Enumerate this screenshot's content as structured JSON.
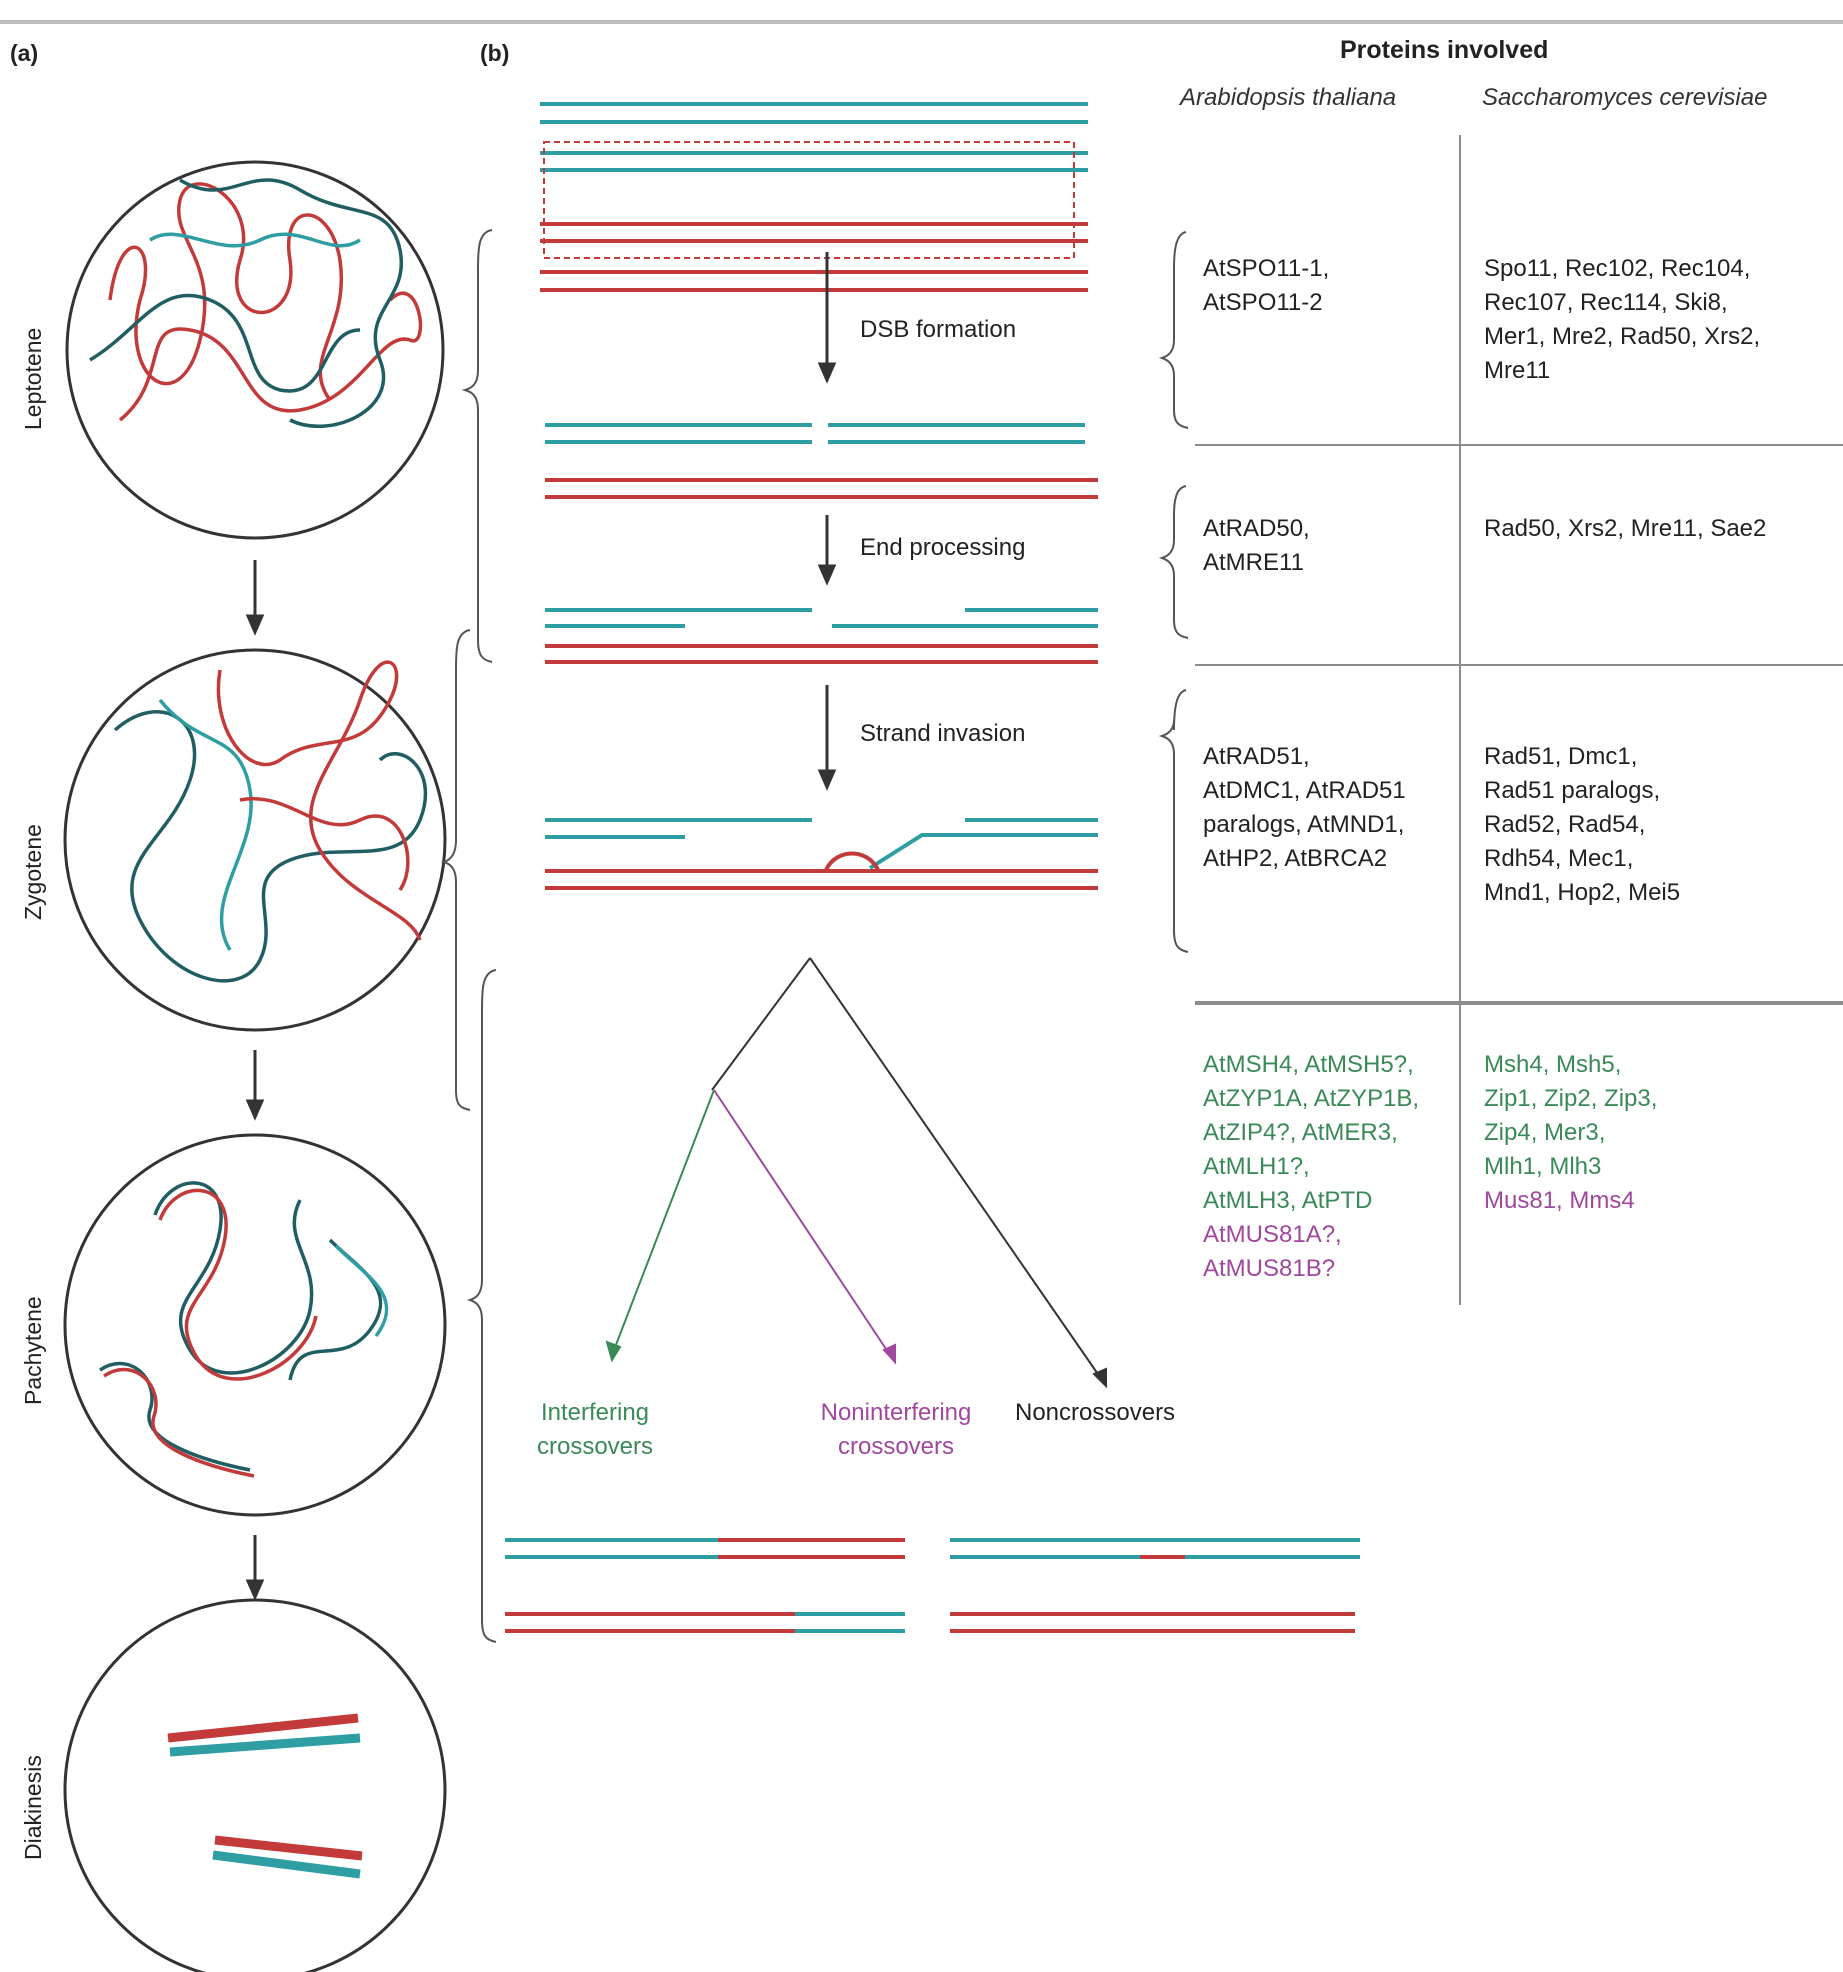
{
  "figure": {
    "panel_a_label": "(a)",
    "panel_b_label": "(b)",
    "stages": [
      "Leptotene",
      "Zygotene",
      "Pachytene",
      "Diakinesis"
    ],
    "proteins_header": "Proteins involved",
    "species": [
      "Arabidopsis thaliana",
      "Saccharomyces cerevisiae"
    ],
    "steps": [
      "DSB formation",
      "End processing",
      "Strand invasion"
    ],
    "rows": [
      {
        "arabidopsis": [
          "AtSPO11-1,",
          "AtSPO11-2"
        ],
        "yeast": [
          "Spo11, Rec102, Rec104,",
          "Rec107, Rec114, Ski8,",
          "Mer1, Mre2, Rad50, Xrs2,",
          "Mre11"
        ]
      },
      {
        "arabidopsis": [
          "AtRAD50,",
          "AtMRE11"
        ],
        "yeast": [
          "Rad50, Xrs2, Mre11, Sae2"
        ]
      },
      {
        "arabidopsis": [
          "AtRAD51,",
          "AtDMC1, AtRAD51",
          "paralogs, AtMND1,",
          "AtHP2, AtBRCA2"
        ],
        "yeast": [
          "Rad51, Dmc1,",
          "Rad51 paralogs,",
          "Rad52, Rad54,",
          "Rdh54, Mec1,",
          "Mnd1, Hop2, Mei5"
        ]
      },
      {
        "arabidopsis_green": [
          "AtMSH4, AtMSH5?,",
          "AtZYP1A, AtZYP1B,",
          "AtZIP4?, AtMER3,",
          "AtMLH1?,",
          "AtMLH3, AtPTD"
        ],
        "arabidopsis_purple": [
          "AtMUS81A?,",
          "AtMUS81B?"
        ],
        "yeast_green": [
          "Msh4, Msh5,",
          "Zip1, Zip2, Zip3,",
          "Zip4, Mer3,",
          "Mlh1, Mlh3"
        ],
        "yeast_purple": [
          "Mus81, Mms4"
        ]
      }
    ],
    "outcomes": {
      "interfering": [
        "Interfering",
        "crossovers"
      ],
      "noninterfering": [
        "Noninterfering",
        "crossovers"
      ],
      "noncrossovers": "Noncrossovers"
    },
    "colors": {
      "teal": "#2e9ea3",
      "red": "#c33a3a",
      "green": "#3a8a57",
      "purple": "#a1479d",
      "rule": "#8c8c8c"
    }
  }
}
